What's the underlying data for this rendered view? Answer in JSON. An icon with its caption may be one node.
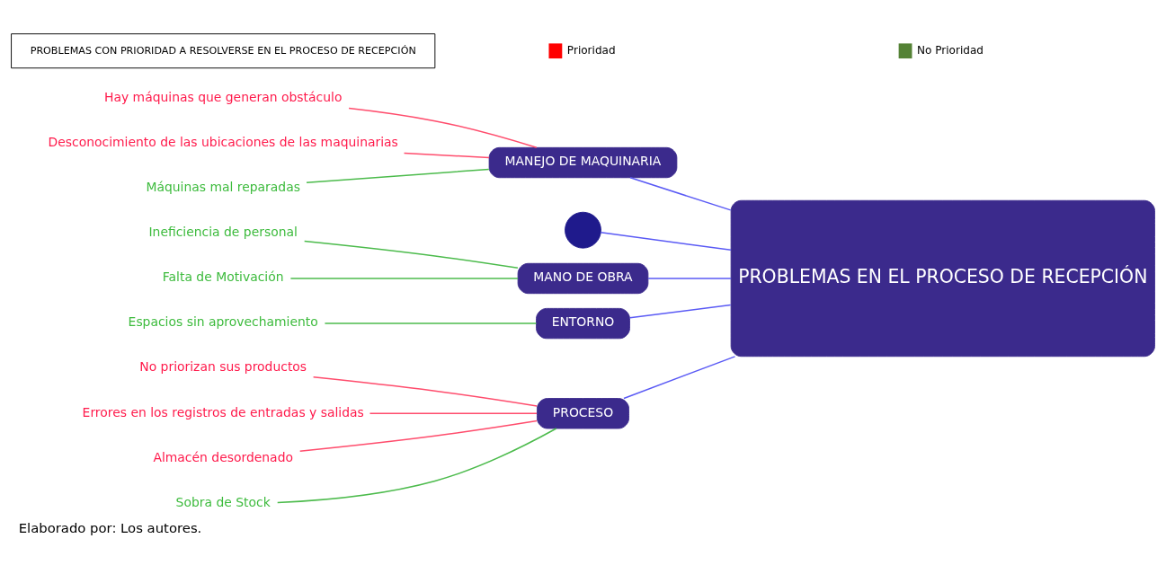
{
  "diagram": {
    "caption": "Elaborado por: Los autores.",
    "nodes": [
      {
        "text": [
          "PROCESO"
        ]
      },
      {
        "text": [
          "No priorizan sus productos"
        ]
      },
      {
        "text": [
          "Errores en los registros de entradas y salidas"
        ]
      },
      {
        "text": [
          "Almacén desordenado"
        ]
      },
      {
        "text": [
          "Sobra de Stock"
        ]
      },
      {
        "text": [
          "MANEJO DE MAQUINARIA"
        ]
      },
      {
        "text": [
          "Hay máquinas que generan obstáculo"
        ]
      },
      {
        "text": [
          "Desconocimiento de las ubicaciones de las maquinarias"
        ]
      },
      {
        "text": [
          "Máquinas mal reparadas"
        ]
      },
      {
        "text": [],
        "shape": "circle"
      },
      {
        "text": [
          "PROBLEMAS EN EL PROCESO DE RECEPCIÓN"
        ]
      },
      {
        "text": [
          "Ineficiencia de personal"
        ]
      },
      {
        "text": [
          "Falta de Motivación"
        ]
      },
      {
        "text": [
          "Espacios sin aprovechamiento"
        ]
      },
      {
        "text": [
          "MANO DE OBRA"
        ]
      },
      {
        "text": [
          "ENTORNO"
        ]
      },
      {
        "text": [
          "PROBLEMAS CON PRIORIDAD A RESOLVERSE EN EL PROCESO DE RECEPCIÓN"
        ]
      }
    ],
    "edges": [
      {
        "from": 1,
        "to": 0,
        "arrow": "none",
        "color": "#ff4d6d"
      },
      {
        "from": 2,
        "to": 0,
        "arrow": "none",
        "color": "#ff4d6d"
      },
      {
        "from": 3,
        "to": 0,
        "arrow": "none",
        "color": "#ff4d6d"
      },
      {
        "from": 4,
        "to": 0,
        "arrow": "none",
        "color": "#4cbb4c"
      },
      {
        "from": 6,
        "to": 5,
        "arrow": "none",
        "color": "#ff4d6d"
      },
      {
        "from": 7,
        "to": 5,
        "arrow": "none",
        "color": "#ff4d6d"
      },
      {
        "from": 8,
        "to": 5,
        "arrow": "none",
        "color": "#4cbb4c"
      },
      {
        "from": 0,
        "to": 10,
        "arrow": "none",
        "color": "#5a5af5"
      },
      {
        "from": 5,
        "to": 10,
        "arrow": "none",
        "color": "#5a5af5"
      },
      {
        "from": 9,
        "to": 10,
        "arrow": "none",
        "color": "#5a5af5"
      },
      {
        "from": 11,
        "to": 14,
        "arrow": "none",
        "color": "#4cbb4c"
      },
      {
        "from": 12,
        "to": 14,
        "arrow": "none",
        "color": "#4cbb4c"
      },
      {
        "from": 13,
        "to": 15,
        "arrow": "none",
        "color": "#4cbb4c"
      },
      {
        "from": 14,
        "to": 10,
        "arrow": "none",
        "color": "#5a5af5"
      },
      {
        "from": 15,
        "to": 10,
        "arrow": "none",
        "color": "#5a5af5"
      }
    ],
    "legend": [
      {
        "text": "Prioridad",
        "color": "#ff0000"
      },
      {
        "text": "No Prioridad",
        "color": "#548235"
      }
    ]
  }
}
